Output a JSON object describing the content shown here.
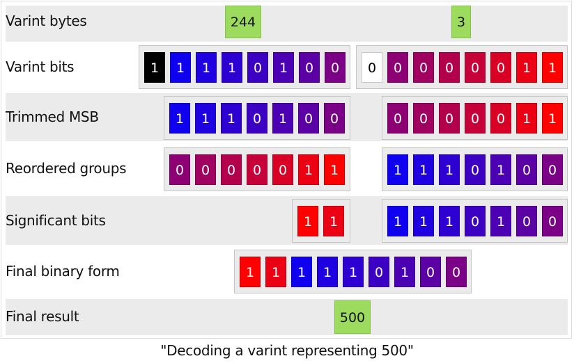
{
  "caption": "\"Decoding a varint representing 500\"",
  "rows": {
    "varint_bytes": {
      "label": "Varint bytes",
      "values": [
        "244",
        "3"
      ]
    },
    "varint_bits": {
      "label": "Varint bits",
      "groups": [
        {
          "bits": [
            "1",
            "1",
            "1",
            "1",
            "0",
            "1",
            "0",
            "0"
          ],
          "colors": [
            "#000000",
            "#0f00ef",
            "#1e00e0",
            "#2d00d1",
            "#3c00c2",
            "#4b00b3",
            "#5a00a4",
            "#7a0085"
          ]
        },
        {
          "bits": [
            "0",
            "0",
            "0",
            "0",
            "0",
            "0",
            "1",
            "1"
          ],
          "colors": [
            "#ffffff",
            "#8c0074",
            "#a00060",
            "#b3004c",
            "#c60039",
            "#d90026",
            "#ec0013",
            "#ff0000"
          ]
        }
      ]
    },
    "trimmed_msb": {
      "label": "Trimmed MSB",
      "groups": [
        {
          "bits": [
            "1",
            "1",
            "1",
            "0",
            "1",
            "0",
            "0"
          ],
          "colors": [
            "#0f00ef",
            "#1e00e0",
            "#2d00d1",
            "#3c00c2",
            "#4b00b3",
            "#5a00a4",
            "#7a0085"
          ]
        },
        {
          "bits": [
            "0",
            "0",
            "0",
            "0",
            "0",
            "1",
            "1"
          ],
          "colors": [
            "#8c0074",
            "#a00060",
            "#b3004c",
            "#c60039",
            "#d90026",
            "#ec0013",
            "#ff0000"
          ]
        }
      ]
    },
    "reordered_groups": {
      "label": "Reordered groups",
      "groups": [
        {
          "bits": [
            "0",
            "0",
            "0",
            "0",
            "0",
            "1",
            "1"
          ],
          "colors": [
            "#8c0074",
            "#a00060",
            "#b3004c",
            "#c60039",
            "#d90026",
            "#ec0013",
            "#ff0000"
          ]
        },
        {
          "bits": [
            "1",
            "1",
            "1",
            "0",
            "1",
            "0",
            "0"
          ],
          "colors": [
            "#0f00ef",
            "#1e00e0",
            "#2d00d1",
            "#3c00c2",
            "#4b00b3",
            "#5a00a4",
            "#7a0085"
          ]
        }
      ]
    },
    "significant_bits": {
      "label": "Significant bits",
      "groups": [
        {
          "bits": [
            "1",
            "1"
          ],
          "colors": [
            "#ff0000",
            "#ec0013"
          ]
        },
        {
          "bits": [
            "1",
            "1",
            "1",
            "0",
            "1",
            "0",
            "0"
          ],
          "colors": [
            "#0f00ef",
            "#1e00e0",
            "#2d00d1",
            "#3c00c2",
            "#4b00b3",
            "#5a00a4",
            "#7a0085"
          ]
        }
      ]
    },
    "final_binary": {
      "label": "Final binary form",
      "groups": [
        {
          "bits": [
            "1",
            "1",
            "1",
            "1",
            "1",
            "0",
            "1",
            "0",
            "0"
          ],
          "colors": [
            "#ff0000",
            "#ec0013",
            "#0f00ef",
            "#1e00e0",
            "#2d00d1",
            "#3c00c2",
            "#4b00b3",
            "#5a00a4",
            "#7a0085"
          ]
        }
      ]
    },
    "final_result": {
      "label": "Final result",
      "value": "500"
    }
  },
  "colors": {
    "number_box": "#9ddb5e",
    "row_shade": "#ebebeb",
    "group_border": "#c4c4c4"
  }
}
